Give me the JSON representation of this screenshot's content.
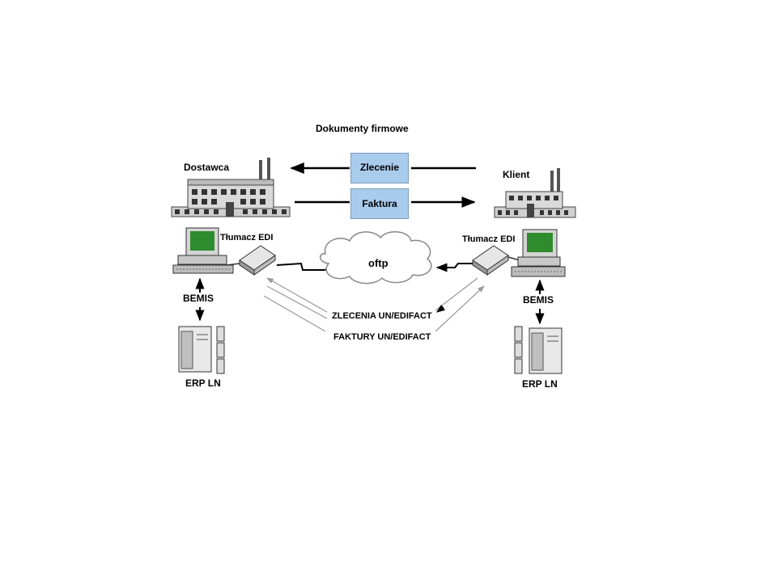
{
  "title": "Dokumenty firmowe",
  "supplier": {
    "name": "Dostawca",
    "translator": "Tłumacz EDI",
    "middleware": "BEMIS",
    "erp": "ERP LN"
  },
  "client": {
    "name": "Klient",
    "translator": "Tłumacz EDI",
    "middleware": "BEMIS",
    "erp": "ERP LN"
  },
  "documents": {
    "order": "Zlecenie",
    "invoice": "Faktura"
  },
  "network": {
    "protocol": "oftp"
  },
  "messages": {
    "orders": "ZLECENIA UN/EDIFACT",
    "invoices": "FAKTURY UN/EDIFACT"
  },
  "colors": {
    "doc_fill": "#a9cbec",
    "screen": "#2e8b2e",
    "cloud_edge": "#888888"
  }
}
